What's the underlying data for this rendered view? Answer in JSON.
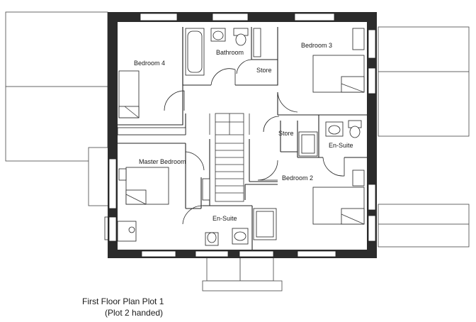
{
  "rooms": {
    "bedroom4": "Bedroom 4",
    "bathroom": "Bathroom",
    "store_top": "Store",
    "bedroom3": "Bedroom 3",
    "store_mid": "Store",
    "ensuite_right": "En-Suite",
    "master": "Master Bedroom",
    "bedroom2": "Bedroom 2",
    "ensuite_bottom": "En-Suite"
  },
  "caption": {
    "line1": "First Floor Plan Plot 1",
    "line2": "(Plot 2 handed)"
  }
}
